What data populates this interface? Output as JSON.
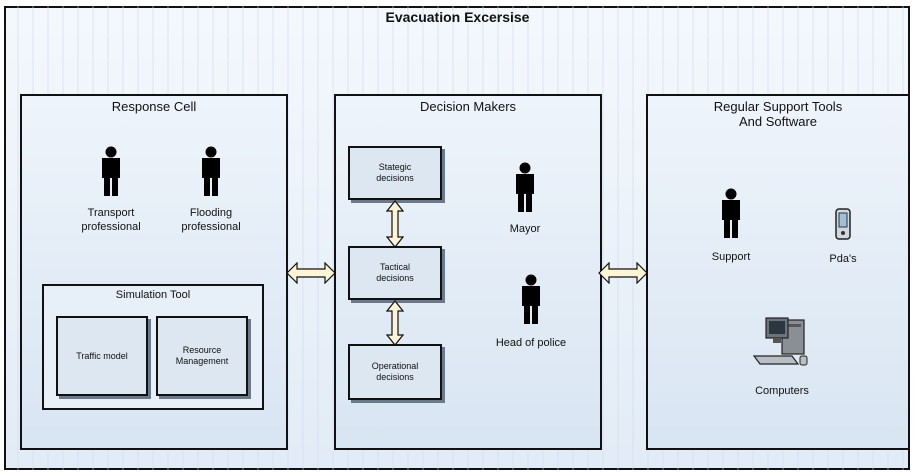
{
  "title": "Evacuation Excersise",
  "panels": {
    "response_cell": {
      "title": "Response Cell",
      "people": [
        {
          "label_line1": "Transport",
          "label_line2": "professional"
        },
        {
          "label_line1": "Flooding",
          "label_line2": "professional"
        }
      ],
      "simulation_tool": {
        "title": "Simulation Tool",
        "boxes": [
          {
            "label": "Traffic model"
          },
          {
            "label_line1": "Resource",
            "label_line2": "Management"
          }
        ]
      }
    },
    "decision_makers": {
      "title": "Decision Makers",
      "decisions": [
        {
          "line1": "Stategic",
          "line2": "decisions"
        },
        {
          "line1": "Tactical",
          "line2": "decisions"
        },
        {
          "line1": "Operational",
          "line2": "decisions"
        }
      ],
      "people": [
        {
          "label": "Mayor"
        },
        {
          "label": "Head of police"
        }
      ]
    },
    "support_tools": {
      "title_line1": "Regular Support Tools",
      "title_line2": "And Software",
      "items": [
        {
          "label": "Support",
          "icon": "person-icon"
        },
        {
          "label": "Pda's",
          "icon": "pda-icon"
        },
        {
          "label": "Computers",
          "icon": "computer-icon"
        }
      ]
    }
  },
  "colors": {
    "outline": "#111111",
    "panel_fill": "#e3ecf6",
    "arrow_fill": "#fff4d6"
  }
}
